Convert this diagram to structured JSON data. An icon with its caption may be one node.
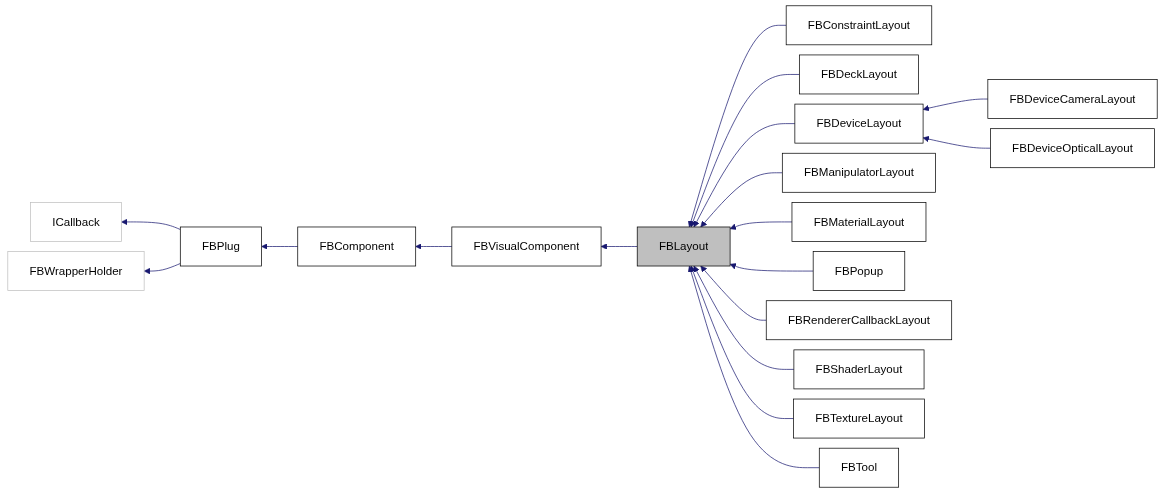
{
  "diagram": {
    "nodes": [
      {
        "text": [
          "ICallback"
        ]
      },
      {
        "text": [
          "FBWrapperHolder"
        ]
      },
      {
        "text": [
          "FBPlug"
        ]
      },
      {
        "text": [
          "FBComponent"
        ]
      },
      {
        "text": [
          "FBVisualComponent"
        ]
      },
      {
        "text": [
          "FBLayout"
        ]
      },
      {
        "text": [
          "FBConstraintLayout"
        ]
      },
      {
        "text": [
          "FBDeckLayout"
        ]
      },
      {
        "text": [
          "FBDeviceLayout"
        ]
      },
      {
        "text": [
          "FBManipulatorLayout"
        ]
      },
      {
        "text": [
          "FBMaterialLayout"
        ]
      },
      {
        "text": [
          "FBPopup"
        ]
      },
      {
        "text": [
          "FBRendererCallbackLayout"
        ]
      },
      {
        "text": [
          "FBShaderLayout"
        ]
      },
      {
        "text": [
          "FBTextureLayout"
        ]
      },
      {
        "text": [
          "FBTool"
        ]
      },
      {
        "text": [
          "FBDeviceCameraLayout"
        ]
      },
      {
        "text": [
          "FBDeviceOpticalLayout"
        ]
      }
    ],
    "edges": [
      {
        "from": 2,
        "to": 0,
        "arrow": "to"
      },
      {
        "from": 2,
        "to": 1,
        "arrow": "to"
      },
      {
        "from": 3,
        "to": 2,
        "arrow": "to"
      },
      {
        "from": 4,
        "to": 3,
        "arrow": "to"
      },
      {
        "from": 5,
        "to": 4,
        "arrow": "to"
      },
      {
        "from": 6,
        "to": 5,
        "arrow": "to"
      },
      {
        "from": 7,
        "to": 5,
        "arrow": "to"
      },
      {
        "from": 8,
        "to": 5,
        "arrow": "to"
      },
      {
        "from": 9,
        "to": 5,
        "arrow": "to"
      },
      {
        "from": 10,
        "to": 5,
        "arrow": "to"
      },
      {
        "from": 11,
        "to": 5,
        "arrow": "to"
      },
      {
        "from": 12,
        "to": 5,
        "arrow": "to"
      },
      {
        "from": 13,
        "to": 5,
        "arrow": "to"
      },
      {
        "from": 14,
        "to": 5,
        "arrow": "to"
      },
      {
        "from": 15,
        "to": 5,
        "arrow": "to"
      },
      {
        "from": 16,
        "to": 8,
        "arrow": "to"
      },
      {
        "from": 17,
        "to": 8,
        "arrow": "to"
      }
    ]
  }
}
